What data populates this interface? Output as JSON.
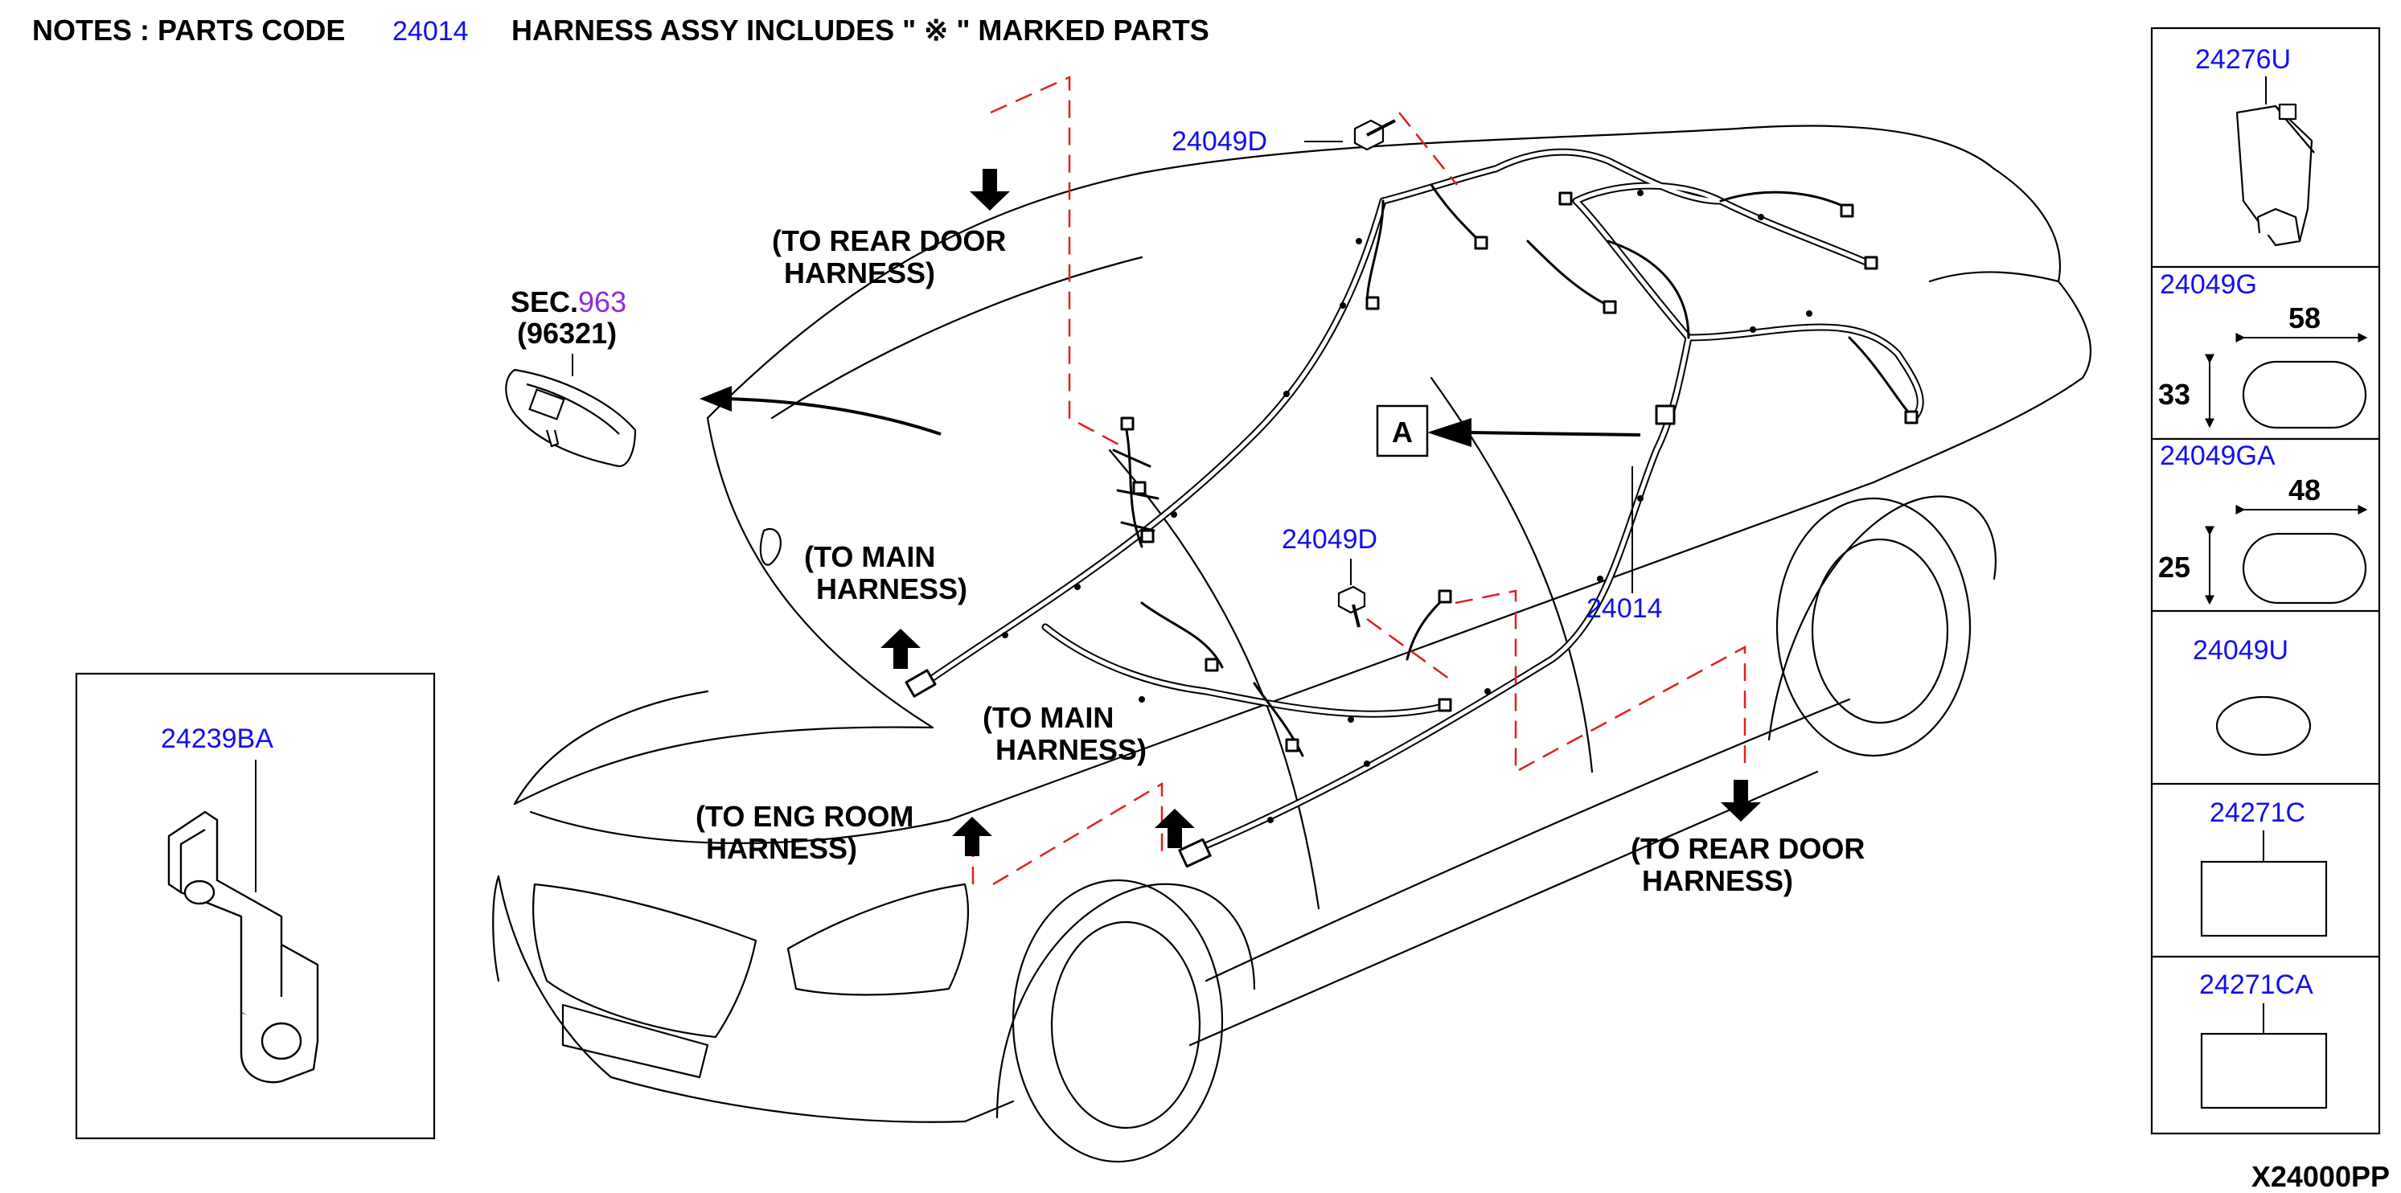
{
  "notes": {
    "prefix": "NOTES : PARTS CODE",
    "code": "24014",
    "suffix": "HARNESS ASSY INCLUDES \" ※ \" MARKED PARTS"
  },
  "diagram_id": "X24000PP",
  "colors": {
    "part_label": "#1010ee",
    "section_number": "#8a2be2",
    "leader_dashed": "#e02020",
    "line": "#000000"
  },
  "section": {
    "label": "SEC.",
    "number": "963",
    "sub": "(96321)"
  },
  "callouts": {
    "rear_door_top_1": "(TO REAR DOOR",
    "rear_door_top_2": "HARNESS)",
    "main_left_1": "(TO MAIN",
    "main_left_2": "HARNESS)",
    "main_center_1": "(TO MAIN",
    "main_center_2": "HARNESS)",
    "eng_room_1": "(TO ENG ROOM",
    "eng_room_2": "HARNESS)",
    "rear_door_right_1": "(TO REAR DOOR",
    "rear_door_right_2": "HARNESS)",
    "detail_marker": "A"
  },
  "parts": {
    "bolt_top": "24049D",
    "bolt_mid": "24049D",
    "harness": "24014",
    "bracket": "24239BA"
  },
  "legend": [
    {
      "code": "24276U"
    },
    {
      "code": "24049G",
      "width": "58",
      "height": "33"
    },
    {
      "code": "24049GA",
      "width": "48",
      "height": "25"
    },
    {
      "code": "24049U"
    },
    {
      "code": "24271C"
    },
    {
      "code": "24271CA"
    }
  ]
}
